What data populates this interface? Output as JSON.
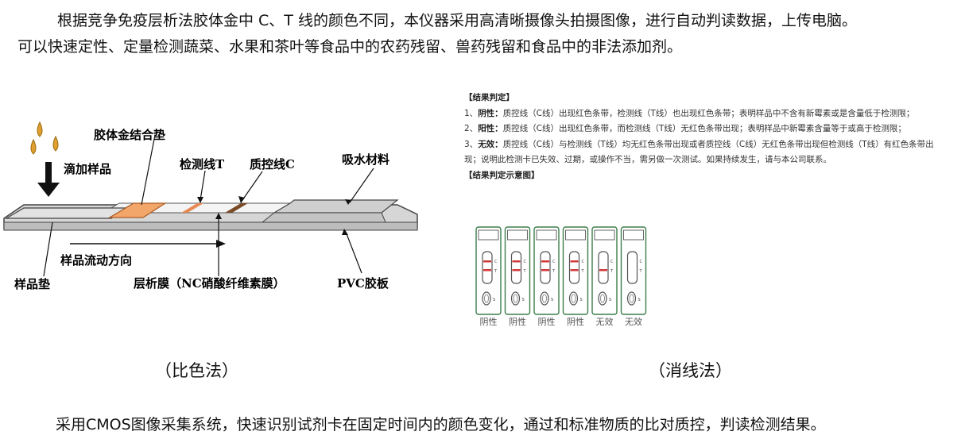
{
  "intro": {
    "line1": "根据竞争免疫层析法胶体金中 C、T 线的颜色不同，本仪器采用高清晰摄像头拍摄图像，进行自动判读数据，上传电脑。",
    "line2": "可以快速定性、定量检测蔬菜、水果和茶叶等食品中的农药残留、兽药残留和食品中的非法添加剂。"
  },
  "left_figure": {
    "labels": {
      "colloid_pad": "胶体金结合垫",
      "drop_sample": "滴加样品",
      "test_line": "检测线T",
      "control_line": "质控线C",
      "absorbent": "吸水材料",
      "flow_direction": "样品流动方向",
      "sample_pad": "样品垫",
      "membrane": "层析膜（NC硝酸纤维素膜）",
      "pvc": "PVC胶板"
    },
    "colors": {
      "pad": "#f3a66a",
      "t_line": "#e88a53",
      "c_line": "#7a4a28"
    }
  },
  "result": {
    "heading": "【结果判定】",
    "items": [
      {
        "num": "1、",
        "kw": "阴性：",
        "text": "质控线（C线）出现红色条带，检测线（T线）也出现红色条带；表明样品中不含有新霉素或是含量低于检测限；"
      },
      {
        "num": "2、",
        "kw": "阳性：",
        "text": "质控线（C线）出现红色条带，而检测线（T线）无红色条带出现；表明样品中新霉素含量等于或高于检测限；"
      },
      {
        "num": "3、",
        "kw": "无效：",
        "text": "质控线（C线）与检测线（T线）均无红色条带出现或者质控线（C线）无红色条带出现但检测线（T线）有红色条带出现；说明此检测卡已失效、过期，或操作不当，需另做一次测试。如果持续发生，请与本公司联系。"
      }
    ],
    "diagram_heading": "【结果判定示意图】"
  },
  "cards": {
    "c_letter": "C",
    "t_letter": "T",
    "s_letter": "S",
    "labels": [
      "阴性",
      "阴性",
      "阴性",
      "阴性",
      "无效",
      "无效"
    ],
    "c_line_color": "#d23a3a",
    "t_line_color": "#d23a3a",
    "card_border": "#3b7d4a"
  },
  "captions": {
    "left": "（比色法）",
    "right": "（消线法）"
  },
  "footer": "采用CMOS图像采集系统，快速识别试剂卡在固定时间内的颜色变化，通过和标准物质的比对质控，判读检测结果。"
}
